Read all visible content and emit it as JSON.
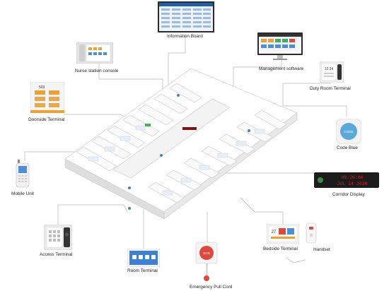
{
  "labels": {
    "information_board": "Information Board",
    "nurse_station_console": "Nurse station console",
    "management_software": "Management software",
    "duty_room_terminal": "Duty Room Terminal",
    "doorside_terminal": "Doorside Terminal",
    "code_blue": "Code Blue",
    "mobile_unit": "Mobile Unit",
    "corridor_display": "Corridor Display",
    "access_terminal": "Access Terminal",
    "room_terminal": "Room Terminal",
    "bedside_terminal": "Bedside Terminal",
    "handset": "Handset",
    "emergency_pull_cord": "Emergency Pull Cord"
  },
  "device_text": {
    "corridor_line1": "08:26:06",
    "corridor_line2": "JUL 14 2020",
    "code_blue_button": "CODE",
    "pull_cord_button": "SOS",
    "duty_time": "12:34",
    "doorside_number": "503",
    "bedside_number": "27"
  },
  "colors": {
    "line": "#b5b5b5",
    "code_blue": "#5aa9dc",
    "sos_red": "#e0483d",
    "led_red": "#d81f1f",
    "monitor_frame": "#2b2b2b",
    "accent_orange": "#f0a030"
  }
}
